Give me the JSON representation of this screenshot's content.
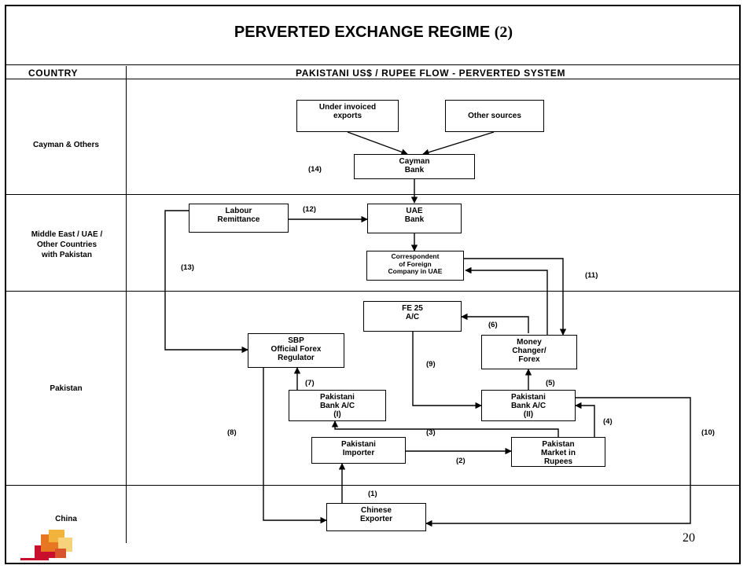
{
  "title": {
    "text": "PERVERTED EXCHANGE REGIME",
    "number": "(2)"
  },
  "headers": {
    "country": "COUNTRY",
    "flow": "PAKISTANI US$ / RUPEE FLOW - PERVERTED SYSTEM"
  },
  "rows": {
    "cayman": "Cayman & Others",
    "middle_east": "Middle East / UAE /\nOther Countries\nwith Pakistan",
    "pakistan": "Pakistan",
    "china": "China"
  },
  "boxes": {
    "under_invoiced": "Under invoiced\nexports",
    "other_sources": "Other sources",
    "cayman_bank": "Cayman\nBank",
    "labour_remittance": "Labour\nRemittance",
    "uae_bank": "UAE\nBank",
    "correspondent": "Correspondent\nof Foreign\nCompany in UAE",
    "fe25": "FE 25\nA/C",
    "sbp": "SBP\nOfficial Forex\nRegulator",
    "money_changer": "Money\nChanger/\nForex",
    "bank_1": "Pakistani\nBank A/C\n(I)",
    "bank_2": "Pakistani\nBank A/C\n(II)",
    "importer": "Pakistani\nImporter",
    "market": "Pakistan\nMarket in\nRupees",
    "exporter": "Chinese\nExporter"
  },
  "flow_labels": {
    "s1": "(1)",
    "s2": "(2)",
    "s3": "(3)",
    "s4": "(4)",
    "s5": "(5)",
    "s6": "(6)",
    "s7": "(7)",
    "s8": "(8)",
    "s9": "(9)",
    "s10": "(10)",
    "s11": "(11)",
    "s12": "(12)",
    "s13": "(13)",
    "s14": "(14)"
  },
  "page_number": "20",
  "colors": {
    "line": "#000000",
    "logo_red": "#c8102e",
    "logo_orange": "#e87722",
    "logo_yellow": "#f2b33d"
  }
}
